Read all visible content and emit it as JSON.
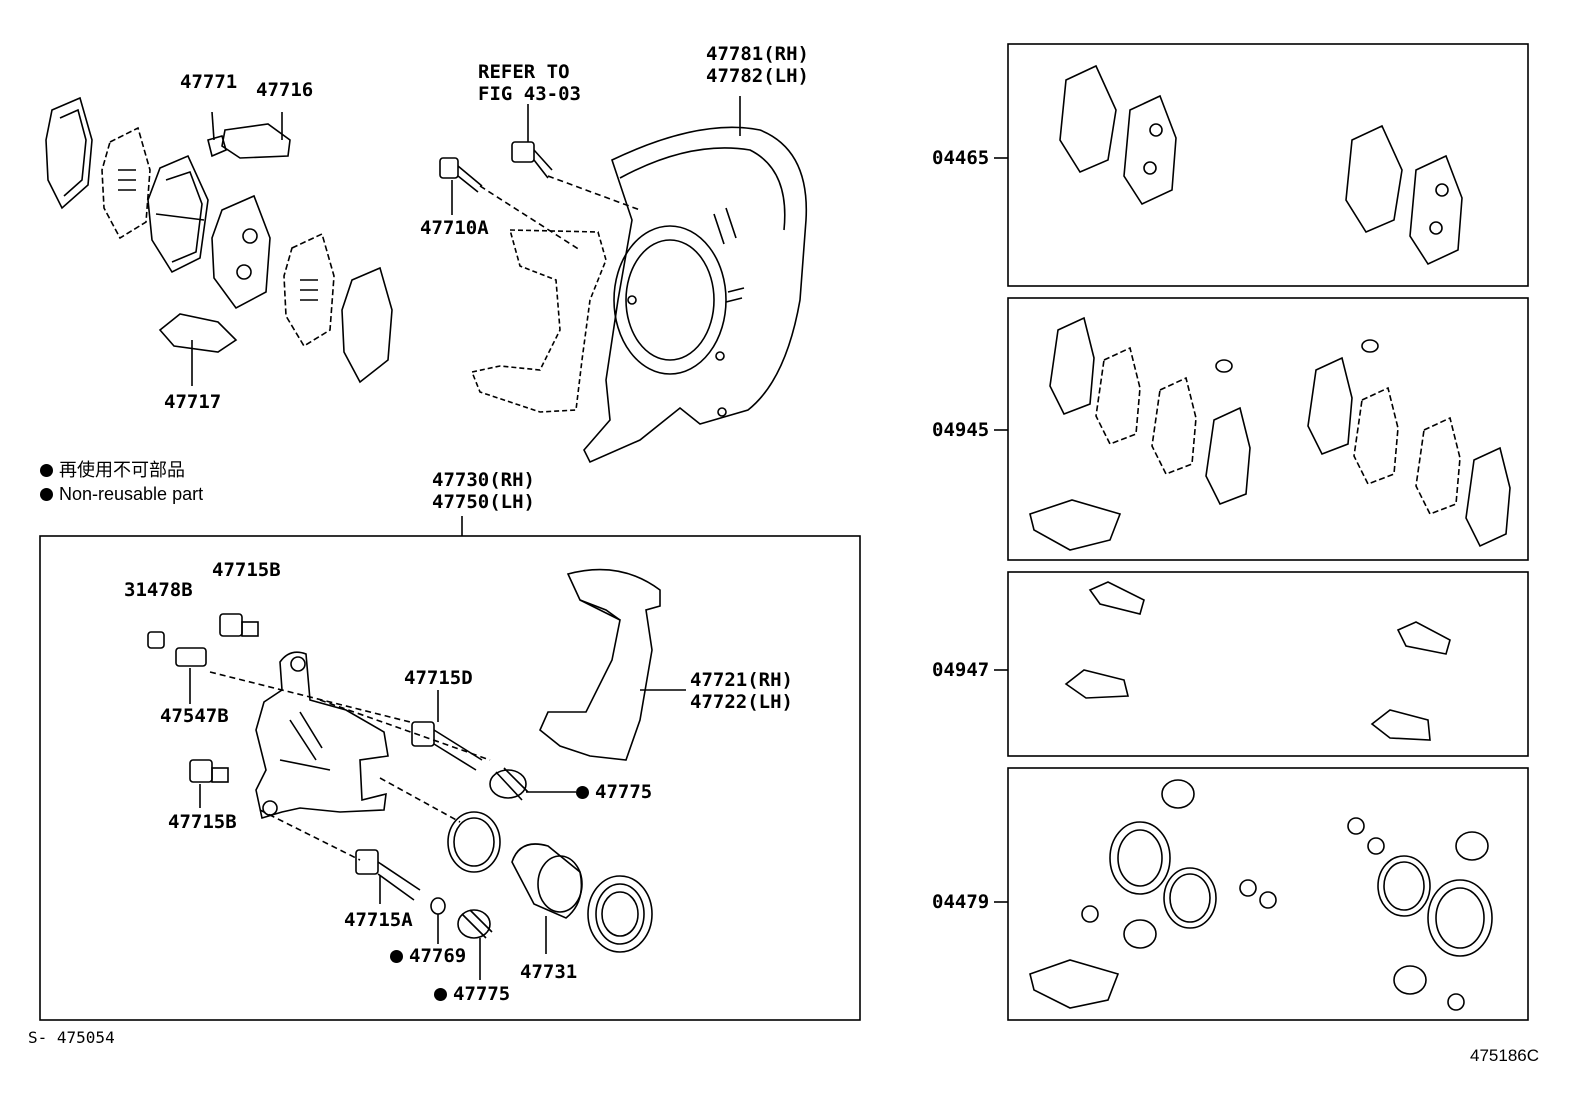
{
  "legend": {
    "line1": "再使用不可部品",
    "line2": "Non-reusable part"
  },
  "labels": {
    "p47771": "47771",
    "p47716": "47716",
    "p47717": "47717",
    "refer1": "REFER TO",
    "refer2": "FIG 43-03",
    "p47710a": "47710A",
    "p47781": "47781(RH)",
    "p47782": "47782(LH)",
    "p47730": "47730(RH)",
    "p47750": "47750(LH)",
    "p31478b": "31478B",
    "p47715b_top": "47715B",
    "p47547b": "47547B",
    "p47715b_bot": "47715B",
    "p47715d": "47715D",
    "p47721": "47721(RH)",
    "p47722": "47722(LH)",
    "p47775_a": "47775",
    "p47715a": "47715A",
    "p47769": "47769",
    "p47775_b": "47775",
    "p47731": "47731",
    "k04465": "04465",
    "k04945": "04945",
    "k04947": "04947",
    "k04479": "04479"
  },
  "footer": {
    "left_code": "S- 475054",
    "right_code": "475186C"
  }
}
